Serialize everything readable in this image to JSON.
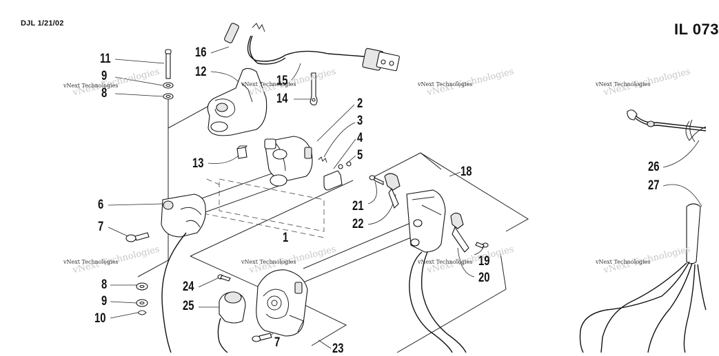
{
  "header": {
    "date_code": "DJL 1/21/02",
    "illustration_code": "IL 073"
  },
  "watermark": "vNext Technologies",
  "callouts": [
    {
      "id": "c1",
      "label": "1"
    },
    {
      "id": "c2",
      "label": "2"
    },
    {
      "id": "c3",
      "label": "3"
    },
    {
      "id": "c4",
      "label": "4"
    },
    {
      "id": "c5",
      "label": "5"
    },
    {
      "id": "c6",
      "label": "6"
    },
    {
      "id": "c7a",
      "label": "7"
    },
    {
      "id": "c7b",
      "label": "7"
    },
    {
      "id": "c8a",
      "label": "8"
    },
    {
      "id": "c8b",
      "label": "8"
    },
    {
      "id": "c9a",
      "label": "9"
    },
    {
      "id": "c9b",
      "label": "9"
    },
    {
      "id": "c10",
      "label": "10"
    },
    {
      "id": "c11",
      "label": "11"
    },
    {
      "id": "c12",
      "label": "12"
    },
    {
      "id": "c13",
      "label": "13"
    },
    {
      "id": "c14",
      "label": "14"
    },
    {
      "id": "c15",
      "label": "15"
    },
    {
      "id": "c16",
      "label": "16"
    },
    {
      "id": "c18",
      "label": "18"
    },
    {
      "id": "c19",
      "label": "19"
    },
    {
      "id": "c20",
      "label": "20"
    },
    {
      "id": "c21",
      "label": "21"
    },
    {
      "id": "c22",
      "label": "22"
    },
    {
      "id": "c23",
      "label": "23"
    },
    {
      "id": "c24",
      "label": "24"
    },
    {
      "id": "c25",
      "label": "25"
    },
    {
      "id": "c26",
      "label": "26"
    },
    {
      "id": "c27",
      "label": "27"
    }
  ]
}
